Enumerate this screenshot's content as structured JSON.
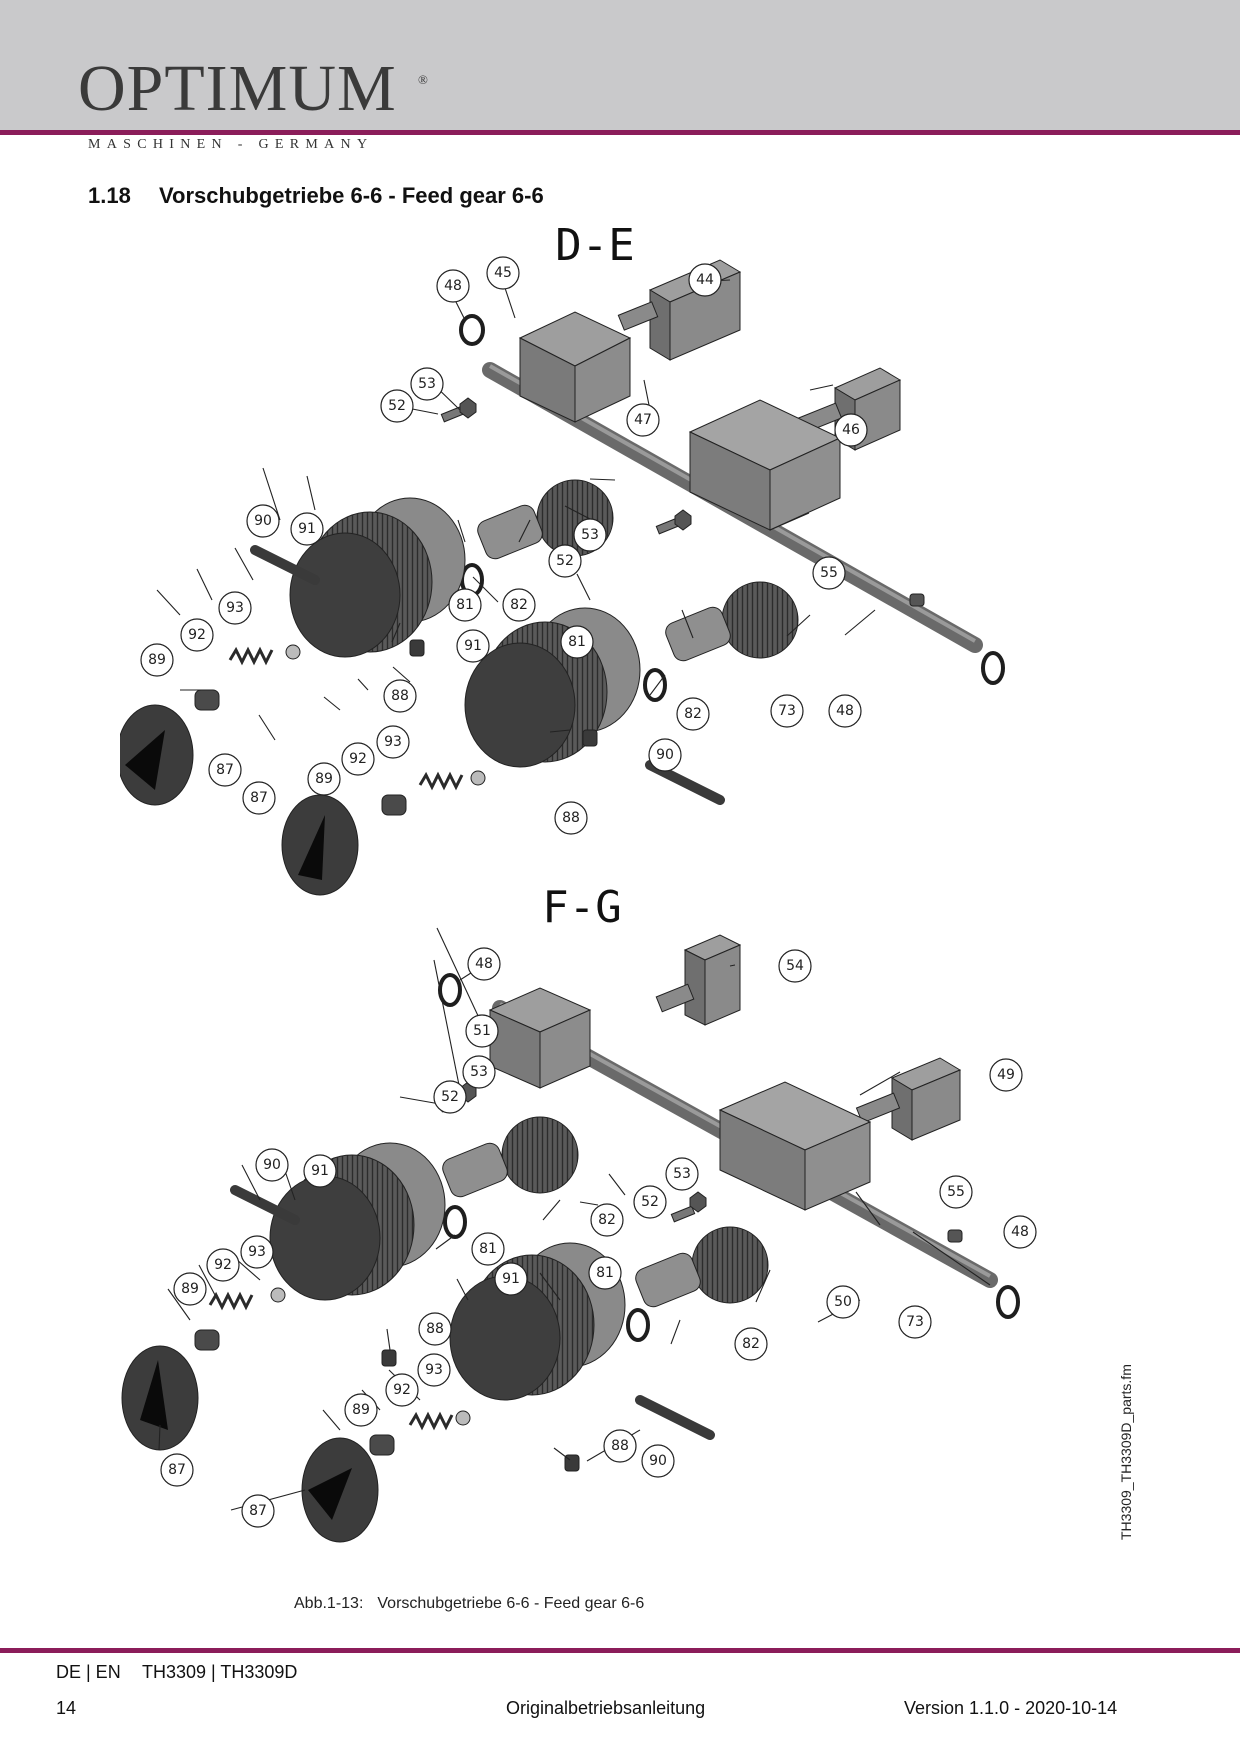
{
  "header": {
    "logo_text": "OPTIMUM",
    "logo_mark": "®",
    "tagline": "MASCHINEN - GERMANY",
    "brand_color": "#8b1d5a"
  },
  "section": {
    "number": "1.18",
    "title": "Vorschubgetriebe 6-6  - Feed gear 6-6"
  },
  "diagram": {
    "top_label": "D-E",
    "bottom_label": "F-G",
    "top_callouts": [
      "48",
      "45",
      "44",
      "53",
      "52",
      "47",
      "46",
      "90",
      "91",
      "53",
      "52",
      "55",
      "93",
      "81",
      "82",
      "92",
      "81",
      "91",
      "89",
      "88",
      "73",
      "48",
      "82",
      "87",
      "93",
      "92",
      "90",
      "87",
      "89",
      "88"
    ],
    "bottom_callouts": [
      "48",
      "54",
      "51",
      "53",
      "52",
      "49",
      "90",
      "91",
      "53",
      "55",
      "52",
      "82",
      "48",
      "81",
      "93",
      "92",
      "81",
      "91",
      "89",
      "50",
      "73",
      "88",
      "82",
      "93",
      "92",
      "87",
      "89",
      "88",
      "90",
      "87"
    ]
  },
  "caption": {
    "label": "Abb.1-13:",
    "text": "Vorschubgetriebe 6-6 - Feed gear 6-6"
  },
  "side_file": "TH3309_TH3309D_parts.fm",
  "footer": {
    "lang": "DE | EN",
    "model": "TH3309 | TH3309D",
    "page": "14",
    "doc": "Originalbetriebsanleitung",
    "version": "Version 1.1.0 - 2020-10-14"
  }
}
